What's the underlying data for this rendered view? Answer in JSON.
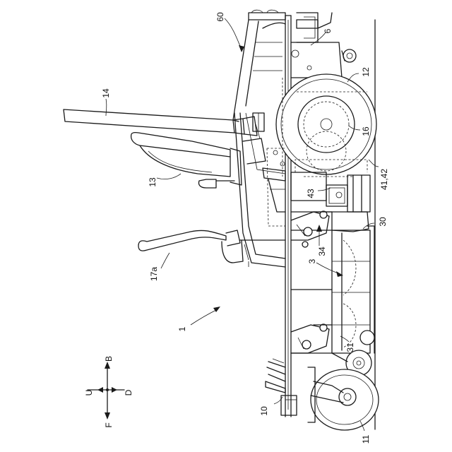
{
  "labels": {
    "l60": "60",
    "l6": "6",
    "l12": "12",
    "l14": "14",
    "l16": "16",
    "l41": "41,42",
    "l13": "13",
    "l43": "43",
    "l30": "30",
    "l34": "34",
    "l3": "3",
    "l17a": "17a",
    "l1": "1",
    "l31": "31",
    "l10": "10",
    "l11": "11"
  },
  "directions": {
    "b": "B",
    "u": "U",
    "d": "D",
    "f": "F"
  }
}
